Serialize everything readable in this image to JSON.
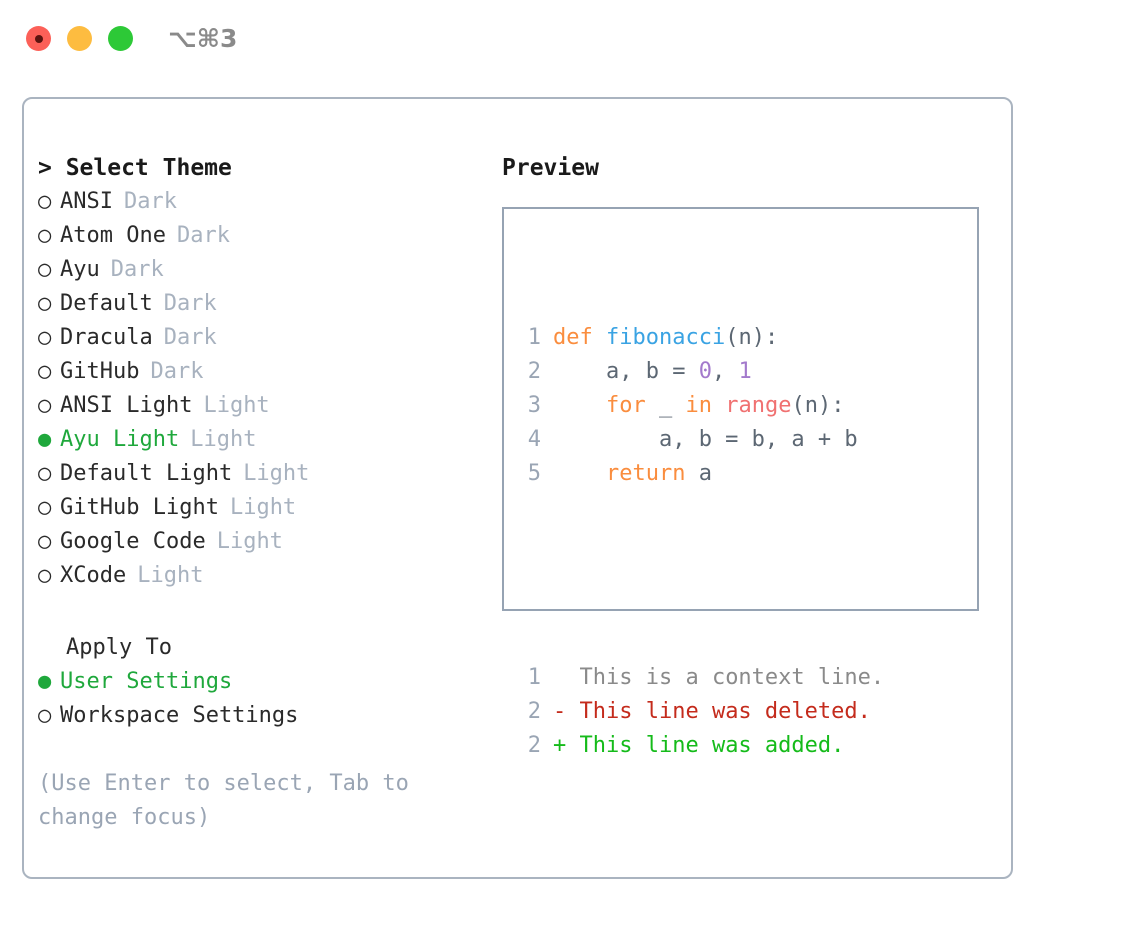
{
  "titlebar": {
    "shortcut": "⌥⌘3",
    "lights": [
      {
        "name": "close",
        "color": "#fc6058"
      },
      {
        "name": "minimize",
        "color": "#fdbc40"
      },
      {
        "name": "maximize",
        "color": "#2dc937"
      }
    ]
  },
  "theme_list": {
    "header": "> Select Theme",
    "items": [
      {
        "radio": "○",
        "label": "ANSI",
        "tag": "Dark",
        "selected": false
      },
      {
        "radio": "○",
        "label": "Atom One",
        "tag": "Dark",
        "selected": false
      },
      {
        "radio": "○",
        "label": "Ayu",
        "tag": "Dark",
        "selected": false
      },
      {
        "radio": "○",
        "label": "Default",
        "tag": "Dark",
        "selected": false
      },
      {
        "radio": "○",
        "label": "Dracula",
        "tag": "Dark",
        "selected": false
      },
      {
        "radio": "○",
        "label": "GitHub",
        "tag": "Dark",
        "selected": false
      },
      {
        "radio": "○",
        "label": "ANSI Light",
        "tag": "Light",
        "selected": false
      },
      {
        "radio": "●",
        "label": "Ayu Light",
        "tag": "Light",
        "selected": true
      },
      {
        "radio": "○",
        "label": "Default Light",
        "tag": "Light",
        "selected": false
      },
      {
        "radio": "○",
        "label": "GitHub Light",
        "tag": "Light",
        "selected": false
      },
      {
        "radio": "○",
        "label": "Google Code",
        "tag": "Light",
        "selected": false
      },
      {
        "radio": "○",
        "label": "XCode",
        "tag": "Light",
        "selected": false
      }
    ]
  },
  "apply_to": {
    "title": "Apply To",
    "items": [
      {
        "radio": "●",
        "label": "User Settings",
        "selected": true
      },
      {
        "radio": "○",
        "label": "Workspace Settings",
        "selected": false
      }
    ]
  },
  "hint": "(Use Enter to select, Tab to change focus)",
  "preview": {
    "title": "Preview",
    "code_lines": [
      {
        "num": "1",
        "tokens": [
          {
            "t": "def",
            "c": "kw"
          },
          {
            "t": " ",
            "c": "plain"
          },
          {
            "t": "fibonacci",
            "c": "fn"
          },
          {
            "t": "(n):",
            "c": "plain"
          }
        ]
      },
      {
        "num": "2",
        "tokens": [
          {
            "t": "    a, b = ",
            "c": "plain"
          },
          {
            "t": "0",
            "c": "num"
          },
          {
            "t": ", ",
            "c": "plain"
          },
          {
            "t": "1",
            "c": "num"
          }
        ]
      },
      {
        "num": "3",
        "tokens": [
          {
            "t": "    ",
            "c": "plain"
          },
          {
            "t": "for",
            "c": "kw"
          },
          {
            "t": " _ ",
            "c": "plain"
          },
          {
            "t": "in",
            "c": "kw"
          },
          {
            "t": " ",
            "c": "plain"
          },
          {
            "t": "range",
            "c": "bfn"
          },
          {
            "t": "(n):",
            "c": "plain"
          }
        ]
      },
      {
        "num": "4",
        "tokens": [
          {
            "t": "        a, b = b, a + b",
            "c": "plain"
          }
        ]
      },
      {
        "num": "5",
        "tokens": [
          {
            "t": "    ",
            "c": "plain"
          },
          {
            "t": "return",
            "c": "kw"
          },
          {
            "t": " a",
            "c": "plain"
          }
        ]
      }
    ],
    "diff_lines": [
      {
        "num": "1",
        "marker": " ",
        "text": " This is a context line.",
        "kind": "ctx"
      },
      {
        "num": "2",
        "marker": "-",
        "text": " This line was deleted.",
        "kind": "del"
      },
      {
        "num": "2",
        "marker": "+",
        "text": " This line was added.",
        "kind": "add"
      }
    ]
  },
  "colors": {
    "accent_green": "#1fa83c",
    "muted": "#a8b2bf",
    "border": "#aab4c0",
    "preview_border": "#96a3b3",
    "code_fg": "#5c6773",
    "kw": "#fa8d3e",
    "fn": "#3aa3e3",
    "num": "#a37acc",
    "builtin": "#f07171",
    "diff_del": "#c42b1c",
    "diff_add": "#15bb1a"
  }
}
